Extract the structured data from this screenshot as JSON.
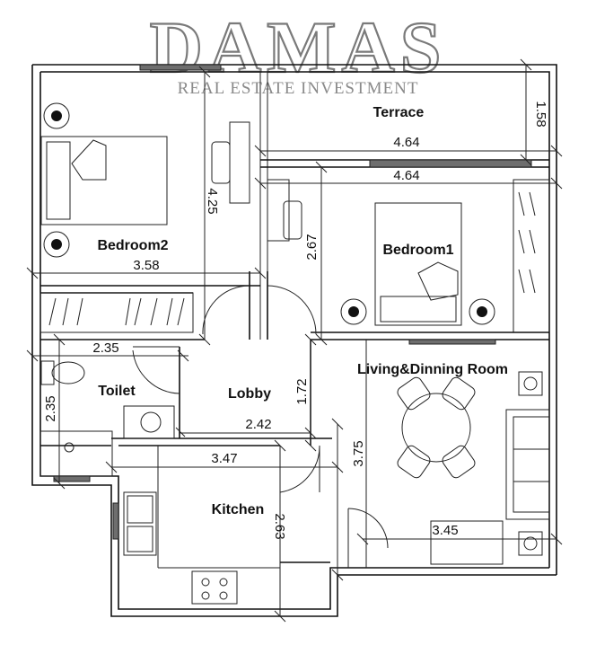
{
  "logo": {
    "name": "DAMAS",
    "tagline": "REAL ESTATE INVESTMENT"
  },
  "rooms": {
    "terrace": "Terrace",
    "bedroom2": "Bedroom2",
    "bedroom1": "Bedroom1",
    "living": "Living&Dinning Room",
    "toilet": "Toilet",
    "lobby": "Lobby",
    "kitchen": "Kitchen"
  },
  "dimensions": {
    "terrace_height": "1.58",
    "terrace_width": "4.64",
    "bedroom1_width": "4.64",
    "bedroom2_height": "4.25",
    "bedroom2_width": "3.58",
    "bedroom1_height": "2.67",
    "toilet_width": "2.35",
    "toilet_height": "2.35",
    "lobby_height": "1.72",
    "lobby_width": "2.42",
    "living_height": "3.75",
    "kitchen_width": "3.47",
    "kitchen_height": "2.63",
    "living_width": "3.45"
  }
}
